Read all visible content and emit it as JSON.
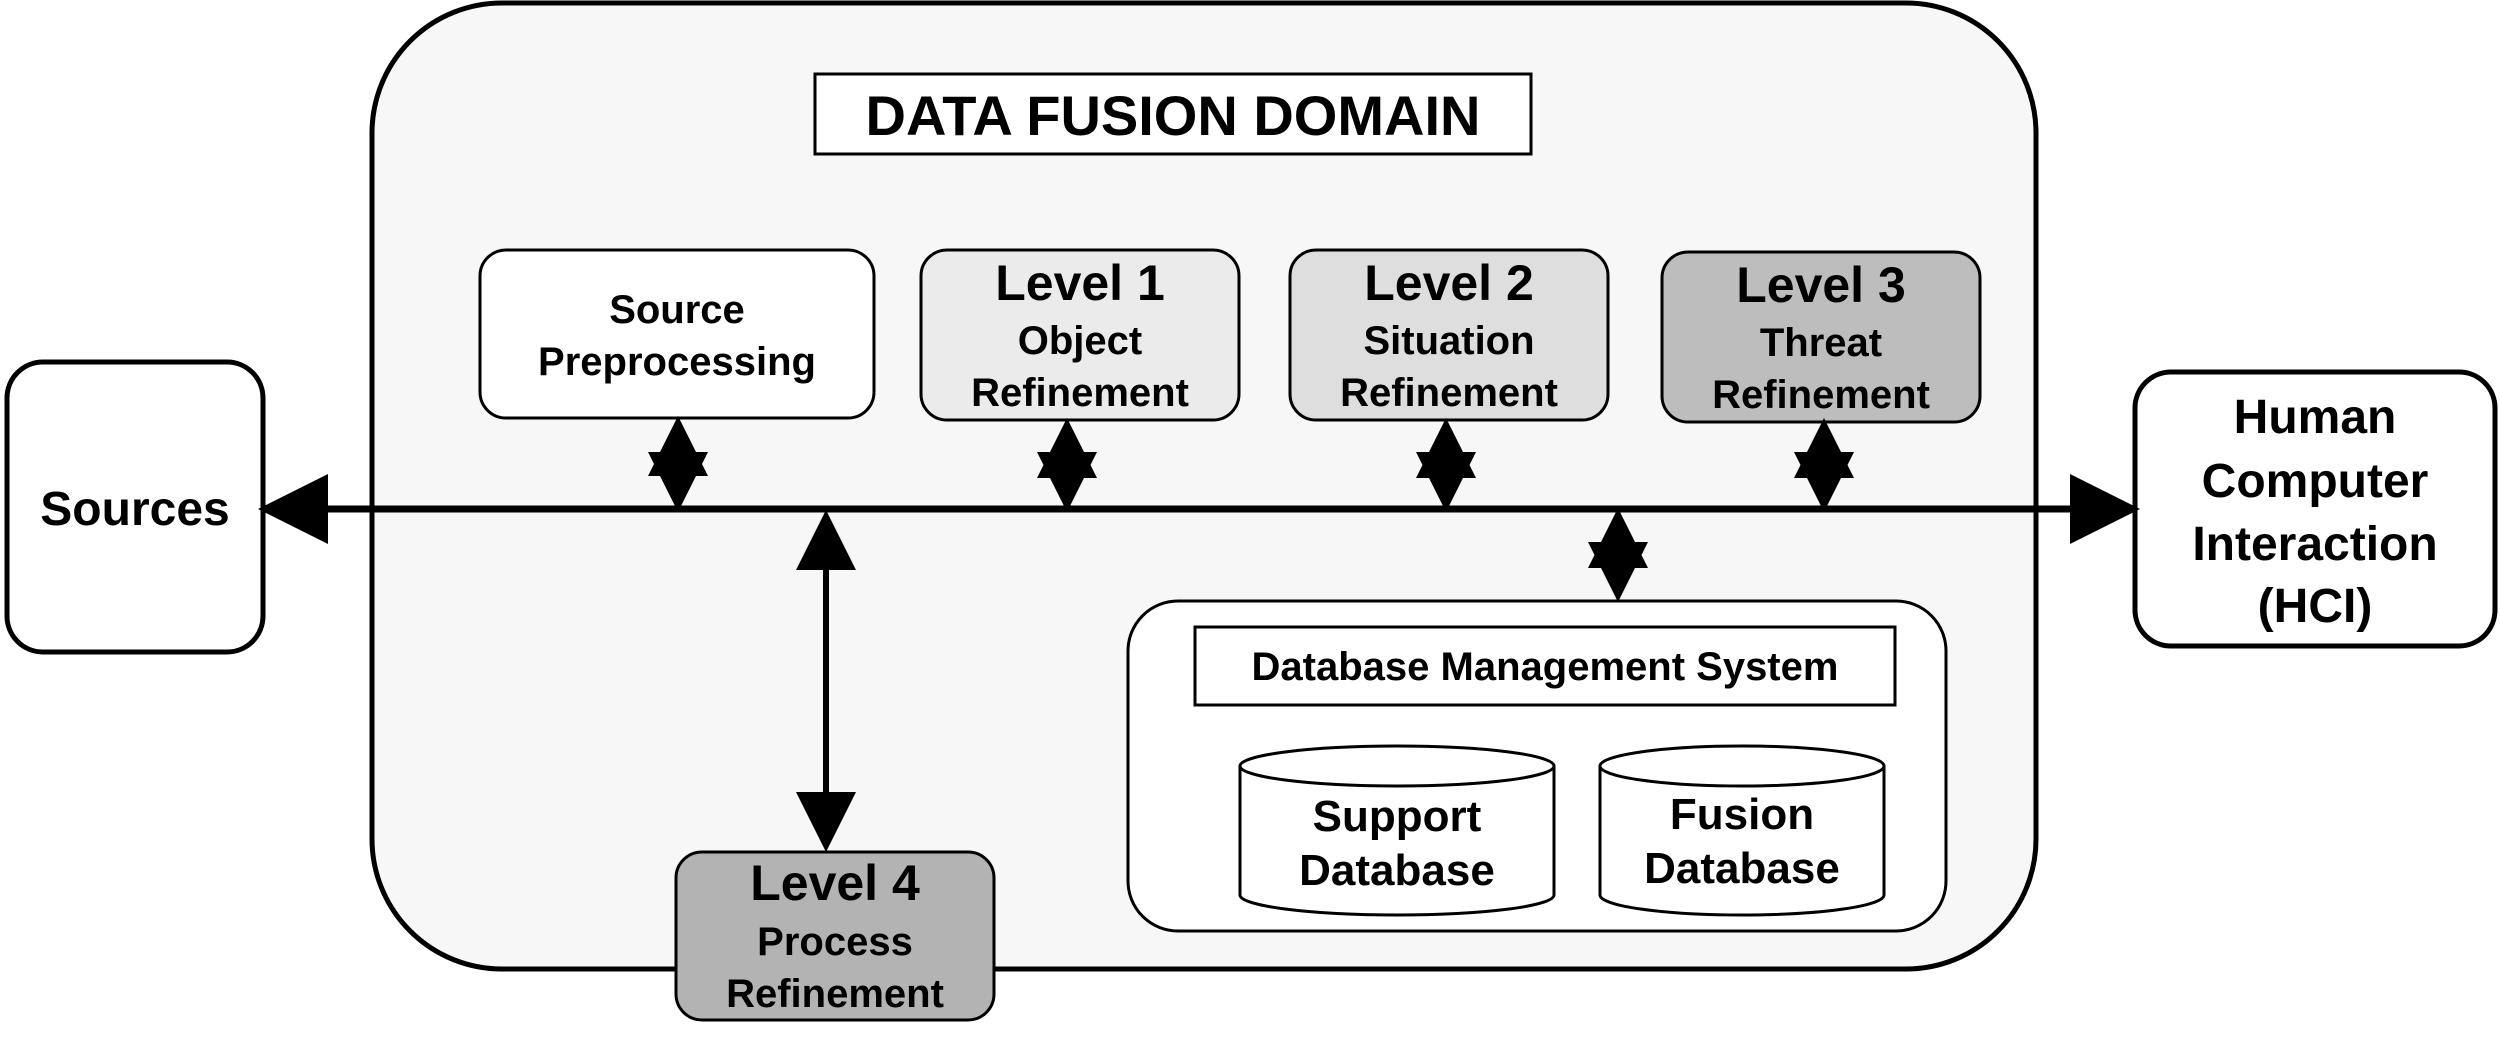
{
  "domain_title": "DATA FUSION DOMAIN",
  "sources": {
    "label": "Sources"
  },
  "hci": {
    "lines": [
      "Human",
      "Computer",
      "Interaction",
      "(HCI)"
    ]
  },
  "source_preprocessing": {
    "lines": [
      "Source",
      "Preprocessing"
    ]
  },
  "level1": {
    "head": "Level 1",
    "lines": [
      "Object",
      "Refinement"
    ]
  },
  "level2": {
    "head": "Level 2",
    "lines": [
      "Situation",
      "Refinement"
    ]
  },
  "level3": {
    "head": "Level 3",
    "lines": [
      "Threat",
      "Refinement"
    ]
  },
  "level4": {
    "head": "Level 4",
    "lines": [
      "Process",
      "Refinement"
    ]
  },
  "dbms": {
    "title": "Database Management System"
  },
  "support_db": {
    "lines": [
      "Support",
      "Database"
    ]
  },
  "fusion_db": {
    "lines": [
      "Fusion",
      "Database"
    ]
  },
  "colors": {
    "domain_fill": "#f7f7f7",
    "white": "#ffffff",
    "level1_fill": "#ebebeb",
    "level2_fill": "#dedede",
    "level3_fill": "#bdbdbd",
    "level4_fill": "#b3b3b3",
    "stroke": "#000000"
  }
}
